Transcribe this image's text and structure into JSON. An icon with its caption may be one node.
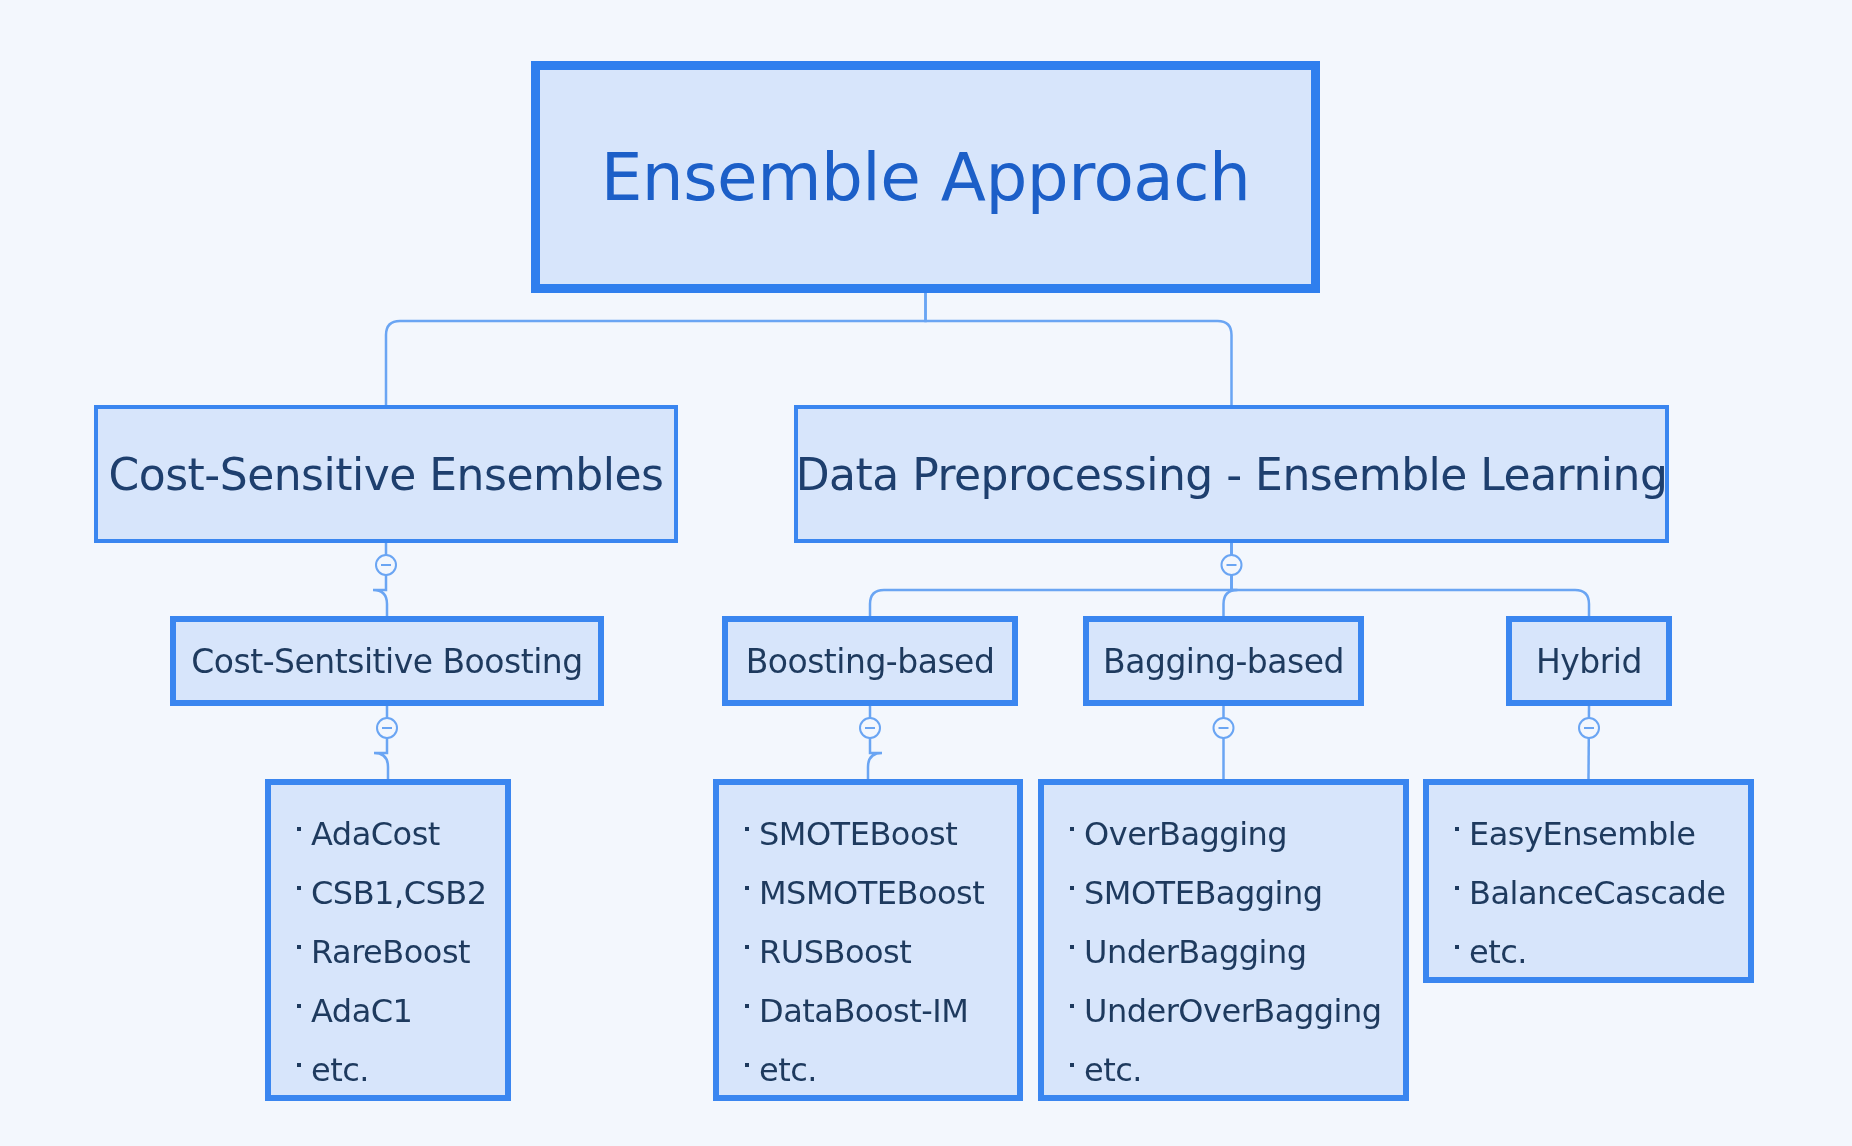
{
  "diagram": {
    "nodes": [
      {
        "text": [
          "Ensemble Approach"
        ]
      },
      {
        "text": [
          "Cost-Sensitive Ensembles"
        ]
      },
      {
        "text": [
          "Data Preprocessing - Ensemble Learning"
        ]
      },
      {
        "text": [
          "Cost-Sentsitive Boosting"
        ]
      },
      {
        "text": [
          "AdaCost",
          "CSB1,CSB2",
          "RareBoost",
          "AdaC1",
          "etc."
        ]
      },
      {
        "text": [
          "Boosting-based"
        ]
      },
      {
        "text": [
          "Bagging-based"
        ]
      },
      {
        "text": [
          "Hybrid"
        ]
      },
      {
        "text": [
          "SMOTEBoost",
          "MSMOTEBoost",
          "RUSBoost",
          "DataBoost-IM",
          "etc."
        ]
      },
      {
        "text": [
          "OverBagging",
          "SMOTEBagging",
          "UnderBagging",
          "UnderOverBagging",
          "etc."
        ]
      },
      {
        "text": [
          "EasyEnsemble",
          "BalanceCascade",
          "etc."
        ]
      }
    ],
    "edges": [
      {
        "from": 0,
        "to": 1,
        "arrow": "none"
      },
      {
        "from": 0,
        "to": 2,
        "arrow": "none"
      },
      {
        "from": 1,
        "to": 3,
        "arrow": "none"
      },
      {
        "from": 3,
        "to": 4,
        "arrow": "none"
      },
      {
        "from": 2,
        "to": 5,
        "arrow": "none"
      },
      {
        "from": 2,
        "to": 6,
        "arrow": "none"
      },
      {
        "from": 2,
        "to": 7,
        "arrow": "none"
      },
      {
        "from": 5,
        "to": 8,
        "arrow": "none"
      },
      {
        "from": 6,
        "to": 9,
        "arrow": "none"
      },
      {
        "from": 7,
        "to": 10,
        "arrow": "none"
      }
    ]
  }
}
